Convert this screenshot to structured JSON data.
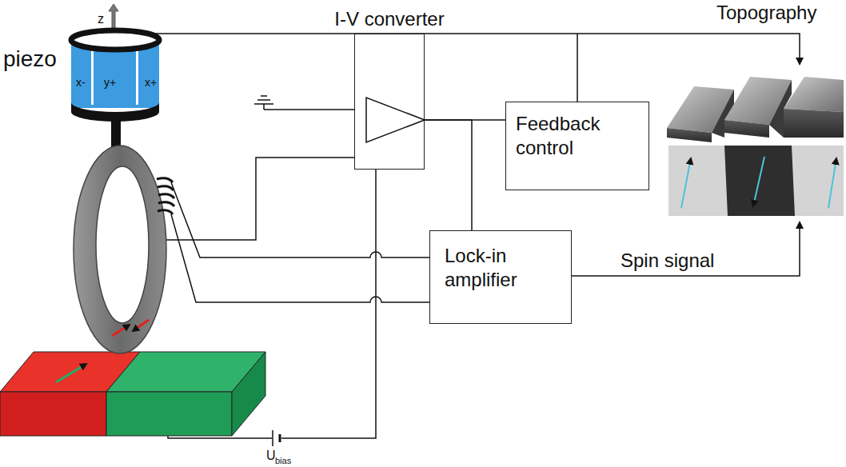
{
  "diagram": {
    "nodes": [
      {
        "text": [
          "I-V converter"
        ]
      },
      {
        "text": [
          "Feedback control"
        ]
      },
      {
        "text": [
          "Lock-in amplifier"
        ]
      }
    ],
    "edges": [
      {
        "from": 0,
        "to": 1,
        "arrow": "none"
      },
      {
        "from": 0,
        "to": 2,
        "arrow": "none"
      }
    ],
    "labels": [
      "Topography",
      "piezo",
      "z",
      "x-",
      "y+",
      "x+",
      "Spin signal",
      "U",
      "bias"
    ]
  }
}
